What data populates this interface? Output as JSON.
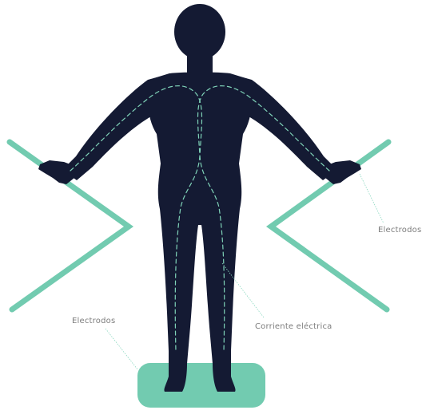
{
  "labels": {
    "electrodes_hands": "Electrodos",
    "electrodes_feet": "Electrodos",
    "current": "Corriente eléctrica"
  },
  "colors": {
    "body": "#141a33",
    "electrode": "#72cbb0",
    "current_path": "#7fd3b8",
    "leader_line": "#8bd8c0",
    "label_text": "#7d7d7d",
    "background": "#ffffff"
  }
}
